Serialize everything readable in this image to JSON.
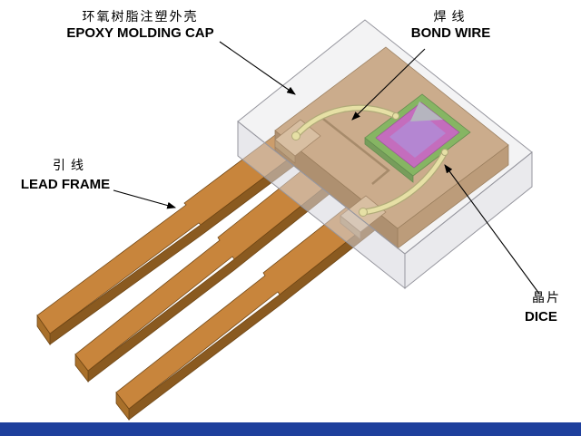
{
  "labels": {
    "epoxy_cap": {
      "zh": "环氧树脂注塑外壳",
      "en": "EPOXY MOLDING CAP"
    },
    "bond_wire": {
      "zh": "焊线",
      "en": "BOND WIRE"
    },
    "lead_frame": {
      "zh": "引线",
      "en": "LEAD FRAME"
    },
    "dice": {
      "zh": "晶片",
      "en": "DICE"
    }
  },
  "colors": {
    "background": "#ffffff",
    "footer_bar": "#1e3f9c",
    "lead_top": "#c8853c",
    "lead_side": "#8a5a20",
    "lead_tip": "#a9702a",
    "substrate_top": "#c69a6a",
    "substrate_front": "#9c7243",
    "substrate_right": "#b08351",
    "bond_pad": "#d9b58a",
    "bond_pad_side": "#b08a58",
    "die_pad_green": "#63a730",
    "die_pad_side": "#4e8525",
    "die_magenta": "#bc3fb0",
    "die_violet": "#a564cf",
    "die_notch_gray": "#a7a7b4",
    "wire_yellow": "#ece48f",
    "cap_gray": "#d6d6dc"
  }
}
